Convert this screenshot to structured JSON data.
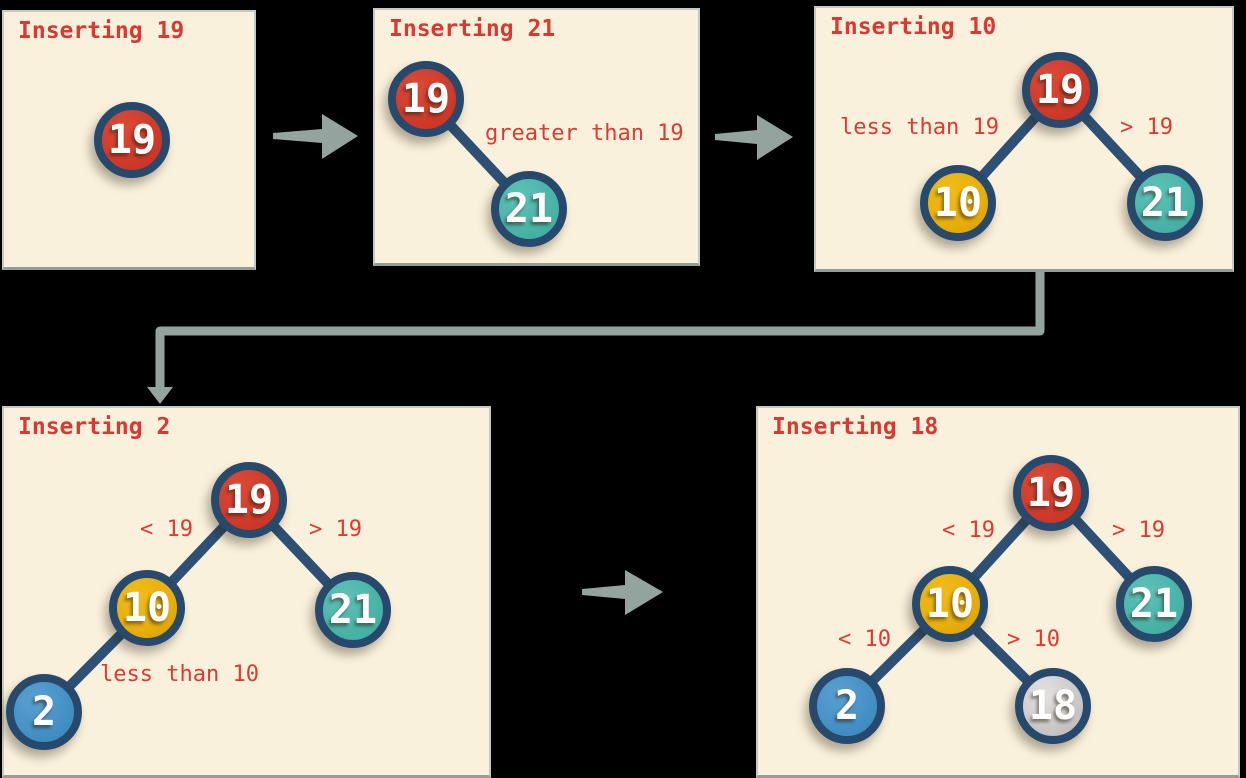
{
  "diagram": {
    "topic": "Binary search tree insertion steps",
    "background_color": "#000000",
    "panel_color": "#faf1dc",
    "title_color": "#d93833",
    "label_color": "#dc3a32",
    "ring_color": "#27496b",
    "edge_color": "#2d5074",
    "arrow_color": "#93a49e",
    "node_colors": {
      "red": "#cf3a2a",
      "teal": "#49b3a8",
      "yellow": "#e8ae0b",
      "blue": "#4490c5",
      "gray": "#c9c8c7"
    }
  },
  "panels": [
    {
      "title": "Inserting 19",
      "nodes": [
        {
          "value": "19",
          "color": "red"
        }
      ],
      "labels": []
    },
    {
      "title": "Inserting 21",
      "nodes": [
        {
          "value": "19",
          "color": "red"
        },
        {
          "value": "21",
          "color": "teal"
        }
      ],
      "labels": [
        {
          "text": "greater than 19"
        }
      ]
    },
    {
      "title": "Inserting 10",
      "nodes": [
        {
          "value": "19",
          "color": "red"
        },
        {
          "value": "10",
          "color": "yellow"
        },
        {
          "value": "21",
          "color": "teal"
        }
      ],
      "labels": [
        {
          "text": "less than 19"
        },
        {
          "text": "> 19"
        }
      ]
    },
    {
      "title": "Inserting 2",
      "nodes": [
        {
          "value": "19",
          "color": "red"
        },
        {
          "value": "10",
          "color": "yellow"
        },
        {
          "value": "21",
          "color": "teal"
        },
        {
          "value": "2",
          "color": "blue"
        }
      ],
      "labels": [
        {
          "text": "< 19"
        },
        {
          "text": "> 19"
        },
        {
          "text": "less than 10"
        }
      ]
    },
    {
      "title": "Inserting 18",
      "nodes": [
        {
          "value": "19",
          "color": "red"
        },
        {
          "value": "10",
          "color": "yellow"
        },
        {
          "value": "21",
          "color": "teal"
        },
        {
          "value": "2",
          "color": "blue"
        },
        {
          "value": "18",
          "color": "gray"
        }
      ],
      "labels": [
        {
          "text": "< 19"
        },
        {
          "text": "> 19"
        },
        {
          "text": "< 10"
        },
        {
          "text": "> 10"
        }
      ]
    }
  ]
}
